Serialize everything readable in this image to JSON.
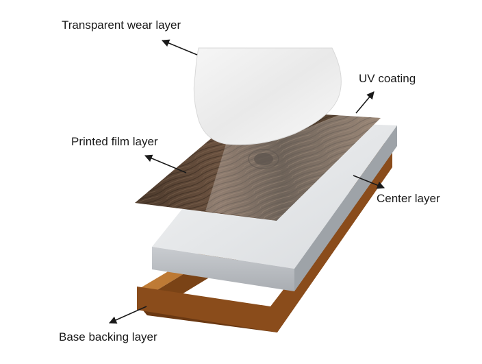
{
  "labels": {
    "transparent_wear_layer": "Transparent wear layer",
    "uv_coating": "UV coating",
    "printed_film_layer": "Printed film layer",
    "center_layer": "Center layer",
    "base_backing_layer": "Base backing layer"
  },
  "colors": {
    "background": "#ffffff",
    "wear_layer": "#eeeeee",
    "wood_dark": "#3e2f22",
    "wood_mid": "#6b5240",
    "center_top": "#e6e8ea",
    "center_front": "#b9bdc1",
    "center_side": "#9ea3a8",
    "base_top": "#b5732e",
    "base_front": "#7a4316",
    "base_side": "#5e320f",
    "arrow": "#1a1a1a"
  }
}
